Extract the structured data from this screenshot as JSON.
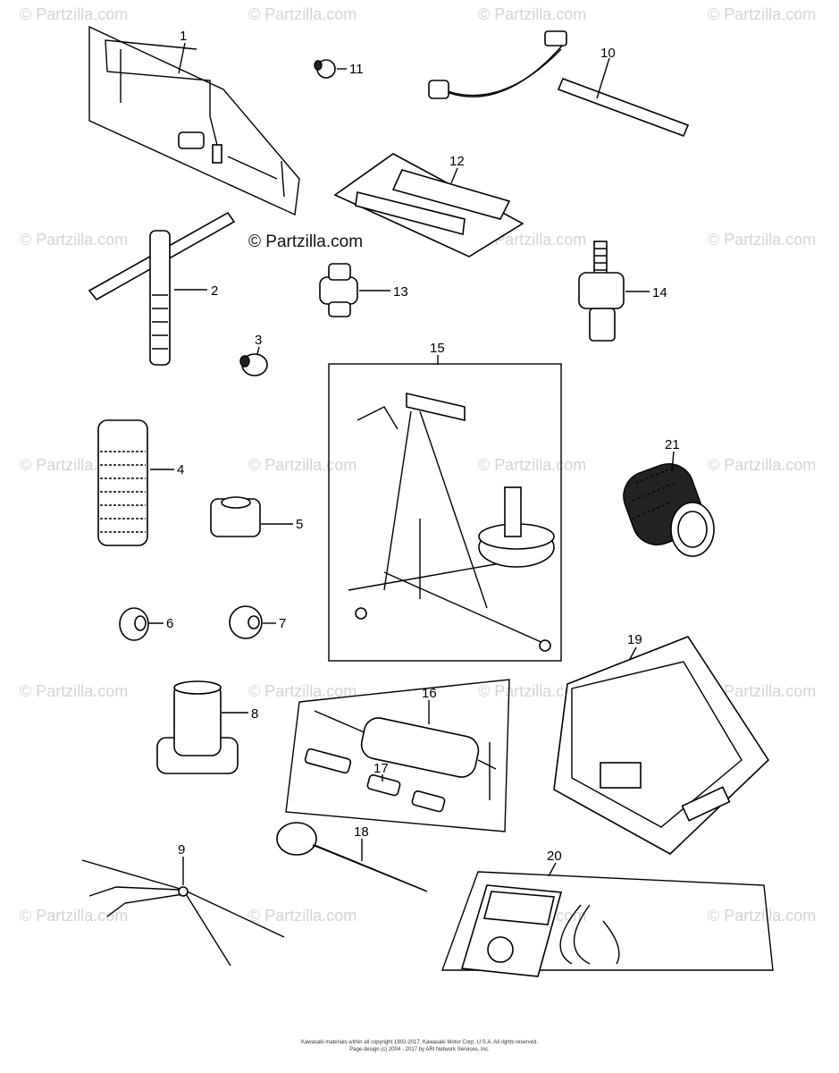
{
  "watermark": {
    "text": "© Partzilla.com"
  },
  "brand_watermark": {
    "text": "© Partzilla.com"
  },
  "callouts": [
    {
      "id": "1",
      "label": "1"
    },
    {
      "id": "2",
      "label": "2"
    },
    {
      "id": "3",
      "label": "3"
    },
    {
      "id": "4",
      "label": "4"
    },
    {
      "id": "5",
      "label": "5"
    },
    {
      "id": "6",
      "label": "6"
    },
    {
      "id": "7",
      "label": "7"
    },
    {
      "id": "8",
      "label": "8"
    },
    {
      "id": "9",
      "label": "9"
    },
    {
      "id": "10",
      "label": "10"
    },
    {
      "id": "11",
      "label": "11"
    },
    {
      "id": "12",
      "label": "12"
    },
    {
      "id": "13",
      "label": "13"
    },
    {
      "id": "14",
      "label": "14"
    },
    {
      "id": "15",
      "label": "15"
    },
    {
      "id": "16",
      "label": "16"
    },
    {
      "id": "17",
      "label": "17"
    },
    {
      "id": "18",
      "label": "18"
    },
    {
      "id": "19",
      "label": "19"
    },
    {
      "id": "20",
      "label": "20"
    },
    {
      "id": "21",
      "label": "21"
    }
  ],
  "footer": {
    "line1": "Kawasaki materials within all copyright 1902-2017, Kawasaki Motor Corp, U.S.A. All rights reserved.",
    "line2": "Page design (c) 2004 - 2017 by ARI Network Services, Inc."
  }
}
